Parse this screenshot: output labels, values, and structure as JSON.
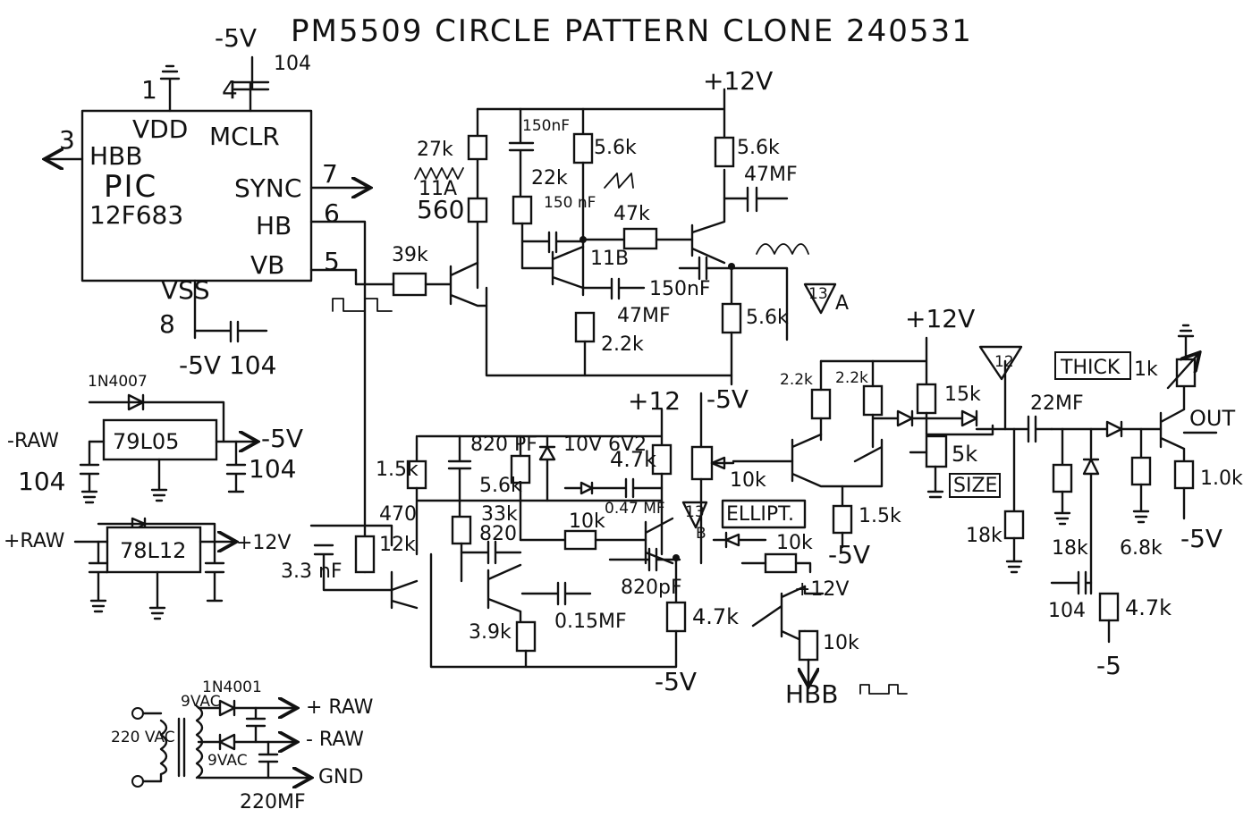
{
  "title": "PM5509 CIRCLE PATTERN CLONE 240531",
  "supply_label_top": "-5V",
  "pic": {
    "pin1": "1",
    "pin4": "4",
    "pin3": "3",
    "pin7": "7",
    "pin6": "6",
    "pin5": "5",
    "pin8": "8",
    "vdd": "VDD",
    "mclr": "MCLR",
    "hbb": "HBB",
    "pic": "PIC",
    "part": "12F683",
    "sync": "SYNC",
    "hb": "HB",
    "vb": "VB",
    "vss": "VSS",
    "mclr_cap": "104",
    "vss_cap": "-5V 104"
  },
  "oscillator": {
    "rail": "+12V",
    "r27k": "27k",
    "c150nf_top": "150nF",
    "r56k_a": "5.6k",
    "r56k_b": "5.6k",
    "c47mf_top": "47MF",
    "label_11a": "11A",
    "r560": "560",
    "r22k": "22k",
    "c150nf_mid": "150 nF",
    "r47k": "47k",
    "label_11b": "11B",
    "c150nf_bot": "150nF",
    "c47mf_bot": "47MF",
    "r22k_bot": "2.2k",
    "r56k_c": "5.6k",
    "label_13a": "13",
    "label_a": "A",
    "r39k": "39k",
    "rail_neg": "-5V"
  },
  "regulators": {
    "diode_1": "1N4007",
    "reg_neg": "79L05",
    "in_neg": "-RAW",
    "out_neg": "-5V",
    "cap_a": "104",
    "cap_b": "104",
    "reg_pos": "78L12",
    "in_pos": "+RAW",
    "out_pos": "+12V"
  },
  "ellipse_stage": {
    "rail": "+12",
    "r15k": "1.5k",
    "c820pf_a": "820 PF",
    "zener": "10V 6V2",
    "r47k_a": "4.7k",
    "r10k_pot": "10k",
    "r56k": "5.6k",
    "c047": "0.47 MF",
    "r33k": "33k",
    "c820pf_b": "820",
    "r10k_b": "10k",
    "label_13b": "13",
    "label_b": "B",
    "ellipt": "ELLIPT.",
    "r10k_c": "10k",
    "r470": "470",
    "r12k": "12k",
    "c33nf": "3.3 nF",
    "r39k_b": "3.9k",
    "c015mf": "0.15MF",
    "c820pf_c": "820pF",
    "r47k_b": "4.7k",
    "rail_neg": "-5V",
    "rail_pos2": "+12V",
    "r10k_d": "10k",
    "hbb": "HBB"
  },
  "size_stage": {
    "rail": "+12V",
    "r22k_a": "2.2k",
    "r22k_b": "2.2k",
    "r15k": "15k",
    "r5k": "5k",
    "size": "SIZE",
    "r15k_b": "1.5k",
    "rail_neg": "-5V",
    "label_12": "12",
    "c22mf": "22MF",
    "r18k_a": "18k"
  },
  "output_stage": {
    "thick": "THICK",
    "r1k": "1k",
    "out": "OUT",
    "r10k": "1.0k",
    "r68k": "6.8k",
    "rail_neg": "-5V",
    "r18k": "18k",
    "c104": "104",
    "r47k": "4.7k",
    "rail_neg2": "-5"
  },
  "power_supply": {
    "diode": "1N4001",
    "vac_a": "9VAC",
    "vac_b": "9VAC",
    "mains": "220 VAC",
    "out_pos": "+ RAW",
    "out_neg": "- RAW",
    "gnd": "GND",
    "cap": "220MF"
  }
}
